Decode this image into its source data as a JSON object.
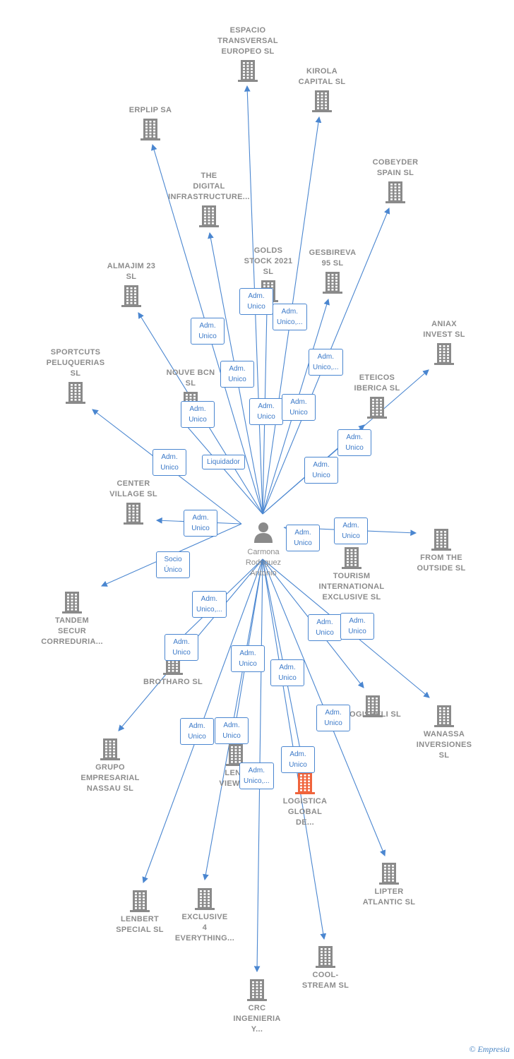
{
  "colors": {
    "edge": "#4a86d0",
    "building": "#8a8a8a",
    "highlight": "#f0643c",
    "badge_text": "#3b79c8"
  },
  "center": {
    "name": "Carmona\nRodriguez\nAntonio",
    "icon": "person-icon"
  },
  "nodes": [
    {
      "id": "espacio",
      "label": "ESPACIO\nTRANSVERSAL\nEUROPEO  SL",
      "label_pos": "above"
    },
    {
      "id": "kirola",
      "label": "KIROLA\nCAPITAL  SL",
      "label_pos": "above"
    },
    {
      "id": "erplip",
      "label": "ERPLIP SA",
      "label_pos": "above"
    },
    {
      "id": "cobeyder",
      "label": "COBEYDER\nSPAIN  SL",
      "label_pos": "above"
    },
    {
      "id": "digital",
      "label": "THE\nDIGITAL\nINFRASTRUCTURE...",
      "label_pos": "above"
    },
    {
      "id": "golds",
      "label": "GOLDS\nSTOCK 2021\nSL",
      "label_pos": "above"
    },
    {
      "id": "gesbireva",
      "label": "GESBIREVA\n95 SL",
      "label_pos": "above"
    },
    {
      "id": "almajim",
      "label": "ALMAJIM 23\nSL",
      "label_pos": "above"
    },
    {
      "id": "aniax",
      "label": "ANIAX\nINVEST  SL",
      "label_pos": "above"
    },
    {
      "id": "sportcuts",
      "label": "SPORTCUTS\nPELUQUERIAS\nSL",
      "label_pos": "above"
    },
    {
      "id": "nouve",
      "label": "NOUVE BCN\nSL",
      "label_pos": "above"
    },
    {
      "id": "eteicos",
      "label": "ETEICOS\nIBERICA  SL",
      "label_pos": "above"
    },
    {
      "id": "center",
      "label": "CENTER\nVILLAGE  SL",
      "label_pos": "above"
    },
    {
      "id": "fromoutside",
      "label": "FROM THE\nOUTSIDE  SL",
      "label_pos": "below"
    },
    {
      "id": "tourism",
      "label": "TOURISM\nINTERNATIONAL\nEXCLUSIVE  SL",
      "label_pos": "below"
    },
    {
      "id": "tandem",
      "label": "TANDEM\nSECUR\nCORREDURIA...",
      "label_pos": "below"
    },
    {
      "id": "brotharo",
      "label": "BROTHARO  SL",
      "label_pos": "below"
    },
    {
      "id": "logisbeli",
      "label": "LOGISBELI  SL",
      "label_pos": "right"
    },
    {
      "id": "wanassa",
      "label": "WANASSA\nINVERSIONES\nSL",
      "label_pos": "below"
    },
    {
      "id": "nassau",
      "label": "GRUPO\nEMPRESARIAL\nNASSAU SL",
      "label_pos": "below"
    },
    {
      "id": "lenn",
      "label": "LENN\nVIEW SL",
      "label_pos": "below"
    },
    {
      "id": "logistica",
      "label": "LOGISTICA\nGLOBAL\nDE...",
      "label_pos": "below",
      "highlight": true
    },
    {
      "id": "lipter",
      "label": "LIPTER\nATLANTIC  SL",
      "label_pos": "below"
    },
    {
      "id": "lenbert",
      "label": "LENBERT\nSPECIAL  SL",
      "label_pos": "below"
    },
    {
      "id": "exclusive4",
      "label": "EXCLUSIVE\n4\nEVERYTHING...",
      "label_pos": "below"
    },
    {
      "id": "coolstream",
      "label": "COOL-\nSTREAM  SL",
      "label_pos": "below"
    },
    {
      "id": "crc",
      "label": "CRC\nINGENIERIA\nY...",
      "label_pos": "below"
    }
  ],
  "edges": [
    {
      "to": "espacio",
      "role": "Adm.\nUnico"
    },
    {
      "to": "kirola",
      "role": "Adm.\nUnico,..."
    },
    {
      "to": "erplip",
      "role": "Adm.\nUnico"
    },
    {
      "to": "cobeyder",
      "role": "Adm.\nUnico,..."
    },
    {
      "to": "digital",
      "role": "Adm.\nUnico"
    },
    {
      "to": "golds",
      "role": "Adm.\nUnico"
    },
    {
      "to": "gesbireva",
      "role": "Adm.\nUnico"
    },
    {
      "to": "almajim",
      "role": "Adm.\nUnico"
    },
    {
      "to": "aniax",
      "role": "Adm.\nUnico"
    },
    {
      "to": "sportcuts",
      "role": "Adm.\nUnico"
    },
    {
      "to": "nouve",
      "role": "Liquidador"
    },
    {
      "to": "eteicos",
      "role": "Adm.\nUnico"
    },
    {
      "to": "center",
      "role": "Adm.\nUnico"
    },
    {
      "to": "fromoutside",
      "role": "Adm.\nUnico"
    },
    {
      "to": "tourism",
      "role": "Adm.\nUnico"
    },
    {
      "to": "tandem",
      "role": "Socio\nÚnico"
    },
    {
      "to": "brotharo",
      "role": "Adm.\nUnico"
    },
    {
      "to": "nassau",
      "role": "Adm.\nUnico,..."
    },
    {
      "to": "logisbeli",
      "role": "Adm.\nUnico"
    },
    {
      "to": "wanassa",
      "role": "Adm.\nUnico"
    },
    {
      "to": "lenn",
      "role": "Adm.\nUnico"
    },
    {
      "to": "logistica",
      "role": "Adm.\nUnico"
    },
    {
      "to": "lipter",
      "role": "Adm.\nUnico"
    },
    {
      "to": "lenbert",
      "role": "Adm.\nUnico"
    },
    {
      "to": "exclusive4",
      "role": "Adm.\nUnico"
    },
    {
      "to": "coolstream",
      "role": "Adm.\nUnico"
    },
    {
      "to": "crc",
      "role": "Adm.\nUnico,..."
    }
  ],
  "watermark": "© Empresia"
}
